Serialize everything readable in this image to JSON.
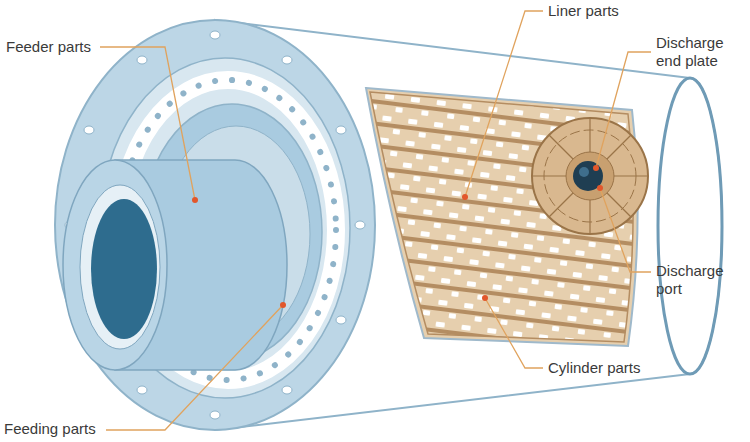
{
  "diagram": {
    "labels": [
      "Liner parts",
      "Discharge end plate",
      "Feeder parts",
      "Discharge port",
      "Cylinder parts",
      "Feeding parts"
    ]
  }
}
